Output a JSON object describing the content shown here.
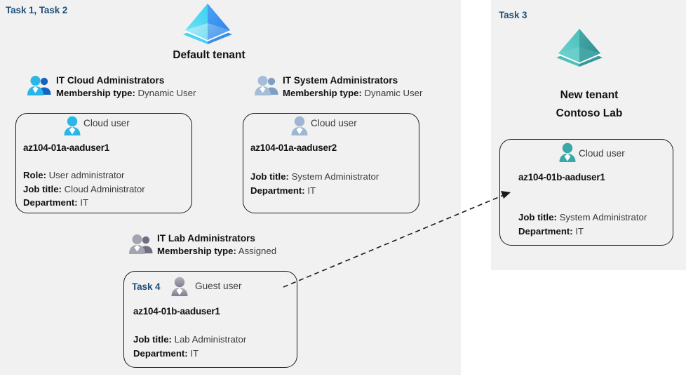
{
  "colors": {
    "panel_bg": "#f1f1f1",
    "page_bg": "#ffffff",
    "task_label": "#1f4e79",
    "card_border": "#1a1a1a",
    "heading_text": "#111111",
    "body_text": "#3b3b3b",
    "tenant_blue_light": "#4fd2f0",
    "tenant_blue_dark": "#3d8ef0",
    "tenant_teal_light": "#5dc4c0",
    "tenant_teal_dark": "#3e9a9a",
    "user_cyan": "#29b6e8",
    "user_steel": "#8fa8c8",
    "user_gray": "#9a9aa8",
    "user_teal": "#3aa9a6"
  },
  "left_panel": {
    "task_label": "Task 1, Task 2",
    "tenant": {
      "icon": "azure-ad-tenant-icon",
      "title": "Default tenant"
    },
    "groups": [
      {
        "id": "it-cloud-administrators",
        "icon": "users-group-icon",
        "name": "IT Cloud Administrators",
        "meta_label": "Membership type:",
        "meta_value": "Dynamic User",
        "card": {
          "id": "card-az104-01a-aaduser1",
          "user_icon": "cloud-user-icon",
          "type": "Cloud user",
          "upn": "az104-01a-aaduser1",
          "props": [
            {
              "label": "Role:",
              "value": "User administrator"
            },
            {
              "label": "Job title:",
              "value": "Cloud Administrator"
            },
            {
              "label": "Department:",
              "value": "IT"
            }
          ]
        }
      },
      {
        "id": "it-system-administrators",
        "icon": "users-group-icon",
        "name": "IT System Administrators",
        "meta_label": "Membership type:",
        "meta_value": "Dynamic User",
        "card": {
          "id": "card-az104-01a-aaduser2",
          "user_icon": "cloud-user-icon",
          "type": "Cloud user",
          "upn": "az104-01a-aaduser2",
          "props": [
            {
              "label": "Job title:",
              "value": "System Administrator"
            },
            {
              "label": "Department:",
              "value": "IT"
            }
          ]
        }
      },
      {
        "id": "it-lab-administrators",
        "icon": "users-group-icon",
        "name": "IT Lab Administrators",
        "meta_label": "Membership type:",
        "meta_value": "Assigned",
        "card": {
          "id": "card-az104-01b-aaduser1-guest",
          "task_label": "Task 4",
          "user_icon": "guest-user-icon",
          "type": "Guest user",
          "upn": "az104-01b-aaduser1",
          "props": [
            {
              "label": "Job title:",
              "value": "Lab Administrator"
            },
            {
              "label": "Department:",
              "value": "IT"
            }
          ]
        }
      }
    ]
  },
  "right_panel": {
    "task_label": "Task 3",
    "tenant": {
      "icon": "azure-ad-tenant-icon",
      "title_line1": "New  tenant",
      "title_line2": "Contoso Lab"
    },
    "card": {
      "id": "card-az104-01b-aaduser1-cloud",
      "user_icon": "cloud-user-icon",
      "type": "Cloud user",
      "upn": "az104-01b-aaduser1",
      "props": [
        {
          "label": "Job title:",
          "value": "System Administrator"
        },
        {
          "label": "Department:",
          "value": "IT"
        }
      ]
    }
  },
  "connector": {
    "id": "guest-to-cloud-user-arrow",
    "style": "dashed-arrow"
  }
}
